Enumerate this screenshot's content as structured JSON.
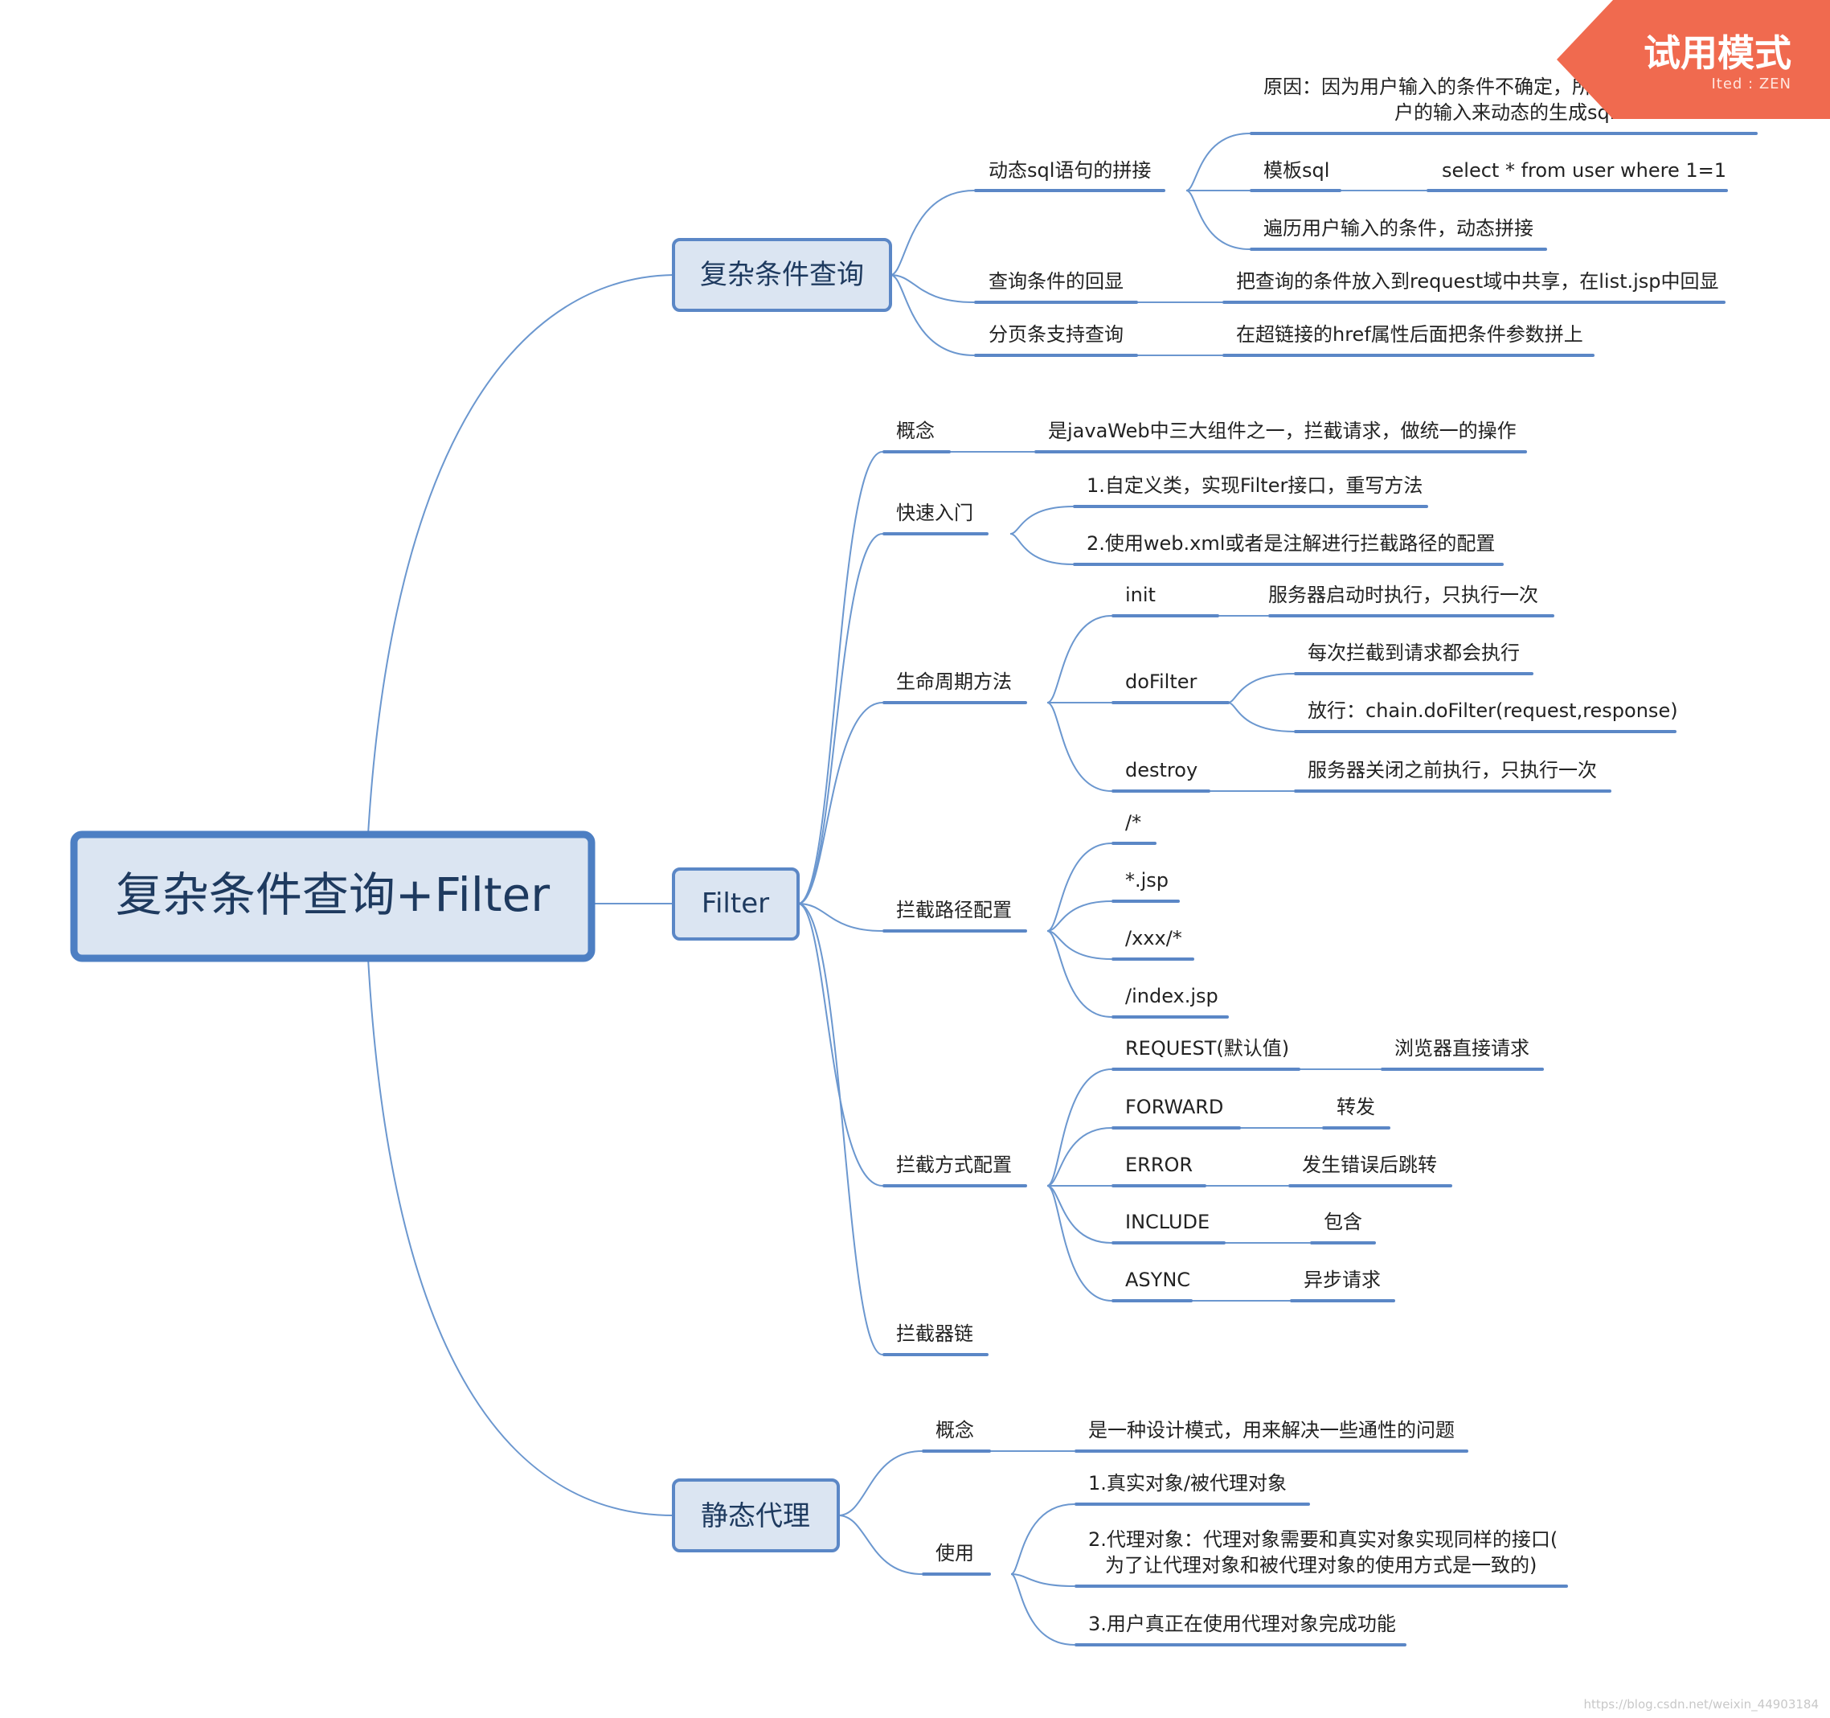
{
  "root": "复杂条件查询+Filter",
  "branches": {
    "query": {
      "label": "复杂条件查询",
      "dynamic_sql": {
        "label": "动态sql语句的拼接",
        "reason_line1": "原因：因为用户输入的条件不确定，所以我们需要根据用",
        "reason_line2": "户的输入来动态的生成sql",
        "template_sql": "模板sql",
        "template_sql_value": "select * from user where 1=1",
        "iterate": "遍历用户输入的条件，动态拼接"
      },
      "echo": {
        "label": "查询条件的回显",
        "value": "把查询的条件放入到request域中共享，在list.jsp中回显"
      },
      "paging": {
        "label": "分页条支持查询",
        "value": "在超链接的href属性后面把条件参数拼上"
      }
    },
    "filter": {
      "label": "Filter",
      "concept": {
        "label": "概念",
        "value": "是javaWeb中三大组件之一，拦截请求，做统一的操作"
      },
      "quickstart": {
        "label": "快速入门",
        "step1": "1.自定义类，实现Filter接口，重写方法",
        "step2": "2.使用web.xml或者是注解进行拦截路径的配置"
      },
      "lifecycle": {
        "label": "生命周期方法",
        "init": "init",
        "init_value": "服务器启动时执行，只执行一次",
        "dofilter": "doFilter",
        "dofilter_value1": "每次拦截到请求都会执行",
        "dofilter_value2": "放行：chain.doFilter(request,response)",
        "destroy": "destroy",
        "destroy_value": "服务器关闭之前执行，只执行一次"
      },
      "paths": {
        "label": "拦截路径配置",
        "items": [
          "/*",
          "*.jsp",
          "/xxx/*",
          "/index.jsp"
        ]
      },
      "dispatch": {
        "label": "拦截方式配置",
        "request": "REQUEST(默认值)",
        "request_value": "浏览器直接请求",
        "forward": "FORWARD",
        "forward_value": "转发",
        "error": "ERROR",
        "error_value": "发生错误后跳转",
        "include": "INCLUDE",
        "include_value": "包含",
        "async": "ASYNC",
        "async_value": "异步请求"
      },
      "chain": {
        "label": "拦截器链"
      }
    },
    "proxy": {
      "label": "静态代理",
      "concept": {
        "label": "概念",
        "value": "是一种设计模式，用来解决一些通性的问题"
      },
      "usage": {
        "label": "使用",
        "item1": "1.真实对象/被代理对象",
        "item2_line1": "2.代理对象：代理对象需要和真实对象实现同样的接口(",
        "item2_line2": "为了让代理对象和被代理对象的使用方式是一致的)",
        "item3": "3.用户真正在使用代理对象完成功能"
      }
    }
  },
  "trial_badge": {
    "title": "试用模式",
    "subtitle": "Ited : ZEN"
  },
  "watermark": "https://blog.csdn.net/weixin_44903184",
  "colors": {
    "node_fill": "#dbe5f2",
    "node_border": "#5b87c6",
    "edge": "#6b97cf",
    "badge": "#f06a4f"
  }
}
